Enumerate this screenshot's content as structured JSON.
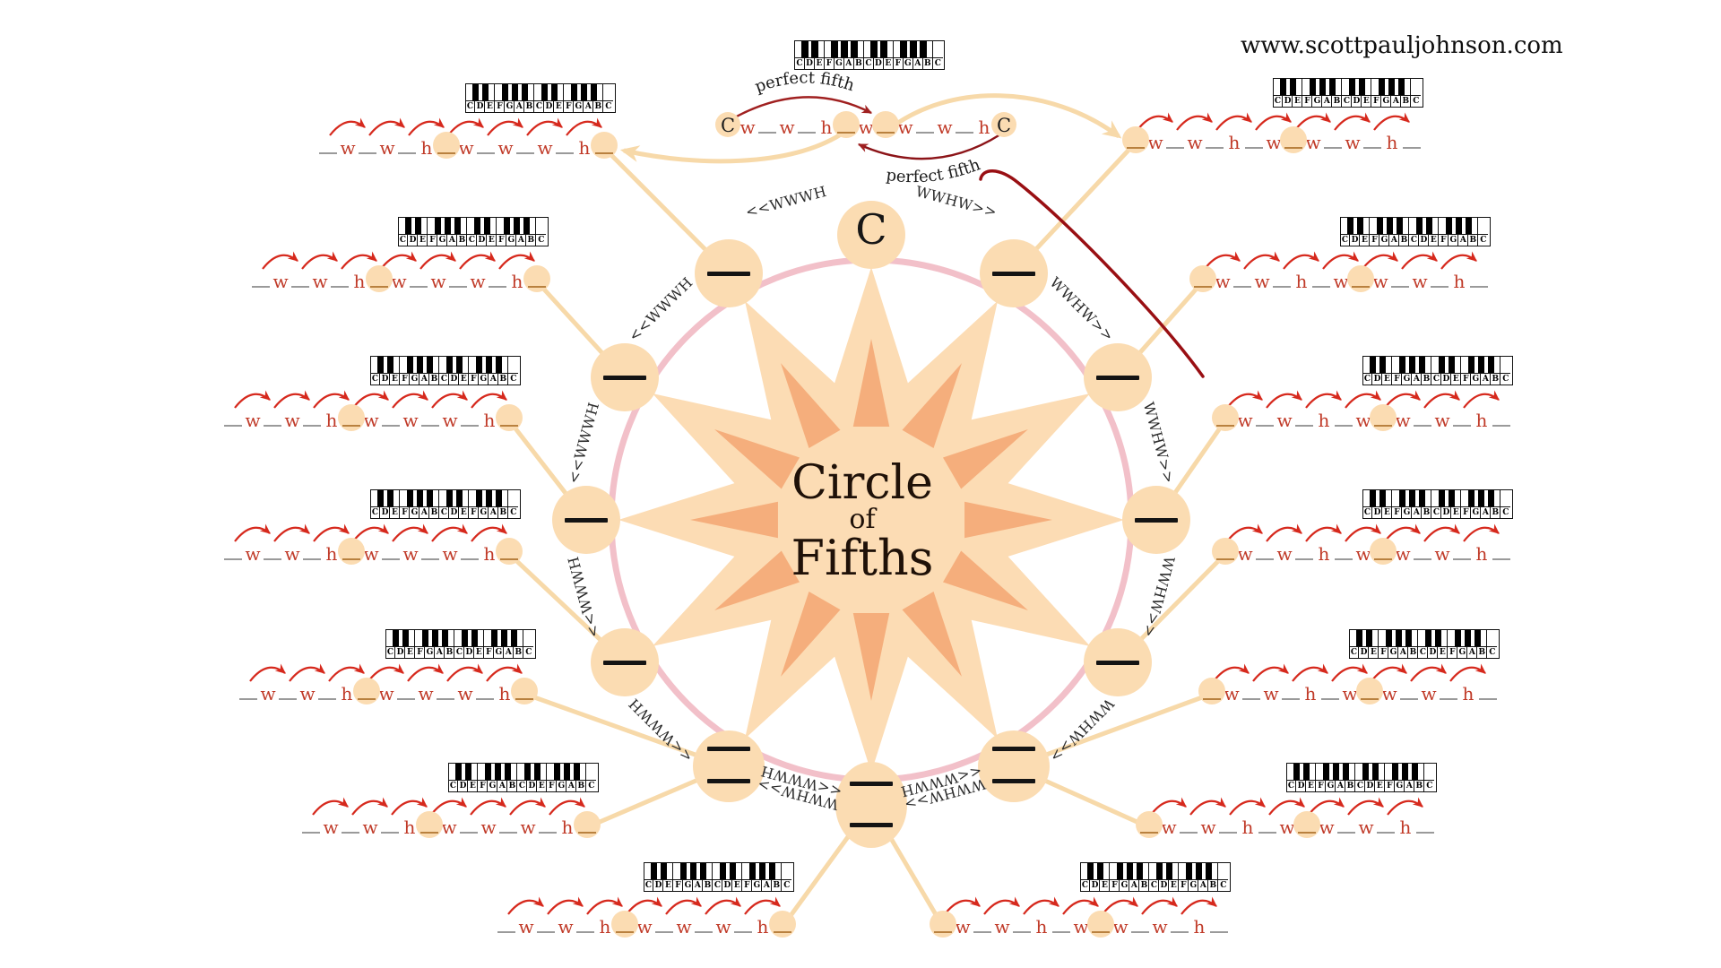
{
  "site": {
    "url": "www.scottpauljohnson.com"
  },
  "title": {
    "line1": "Circle",
    "line2": "of",
    "line3": "Fifths"
  },
  "center_key_label": "C",
  "perfect_fifth": {
    "top": "perfect fifth",
    "bottom": "perfect fifth"
  },
  "keyboard": {
    "letters": "CDEFGABCDEFGABC"
  },
  "intervals": {
    "sequence": "wwhwwwh",
    "whole": "w",
    "half": "h"
  },
  "gap_labels": {
    "clockwise": "WWHW>>",
    "counterclockwise": "<<WWWH"
  },
  "patterns": {
    "left_style_slots": "___N___N",
    "right_style_slots": "N___N___",
    "center_style_slots": "C__NN__C"
  },
  "node_blanks": {
    "single_dash_count": 1,
    "double_dash_count": 2
  },
  "colors": {
    "peach": "#fbdcb2",
    "connector": "#f7d9a9",
    "ring": "#f2c0c9",
    "star_light": "#fcdcb4",
    "star_dark": "#f5ae7c",
    "red_arrow": "#d6291d",
    "interval_letter": "#c03a28",
    "dark_red": "#a02020",
    "maroon": "#990f13",
    "blank_line": "#9a9a9a",
    "ink": "#1c1c1c"
  }
}
